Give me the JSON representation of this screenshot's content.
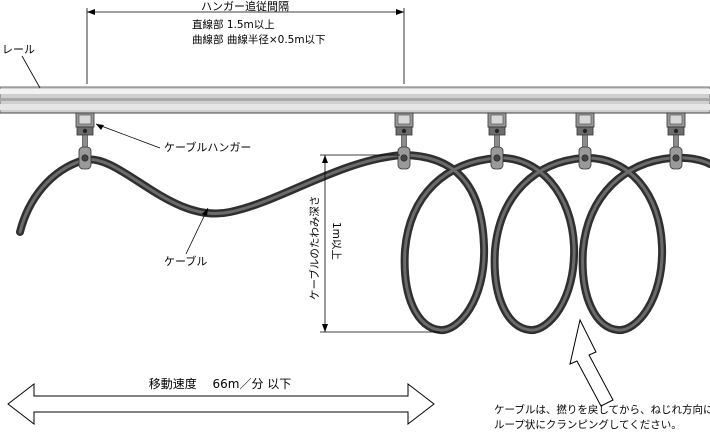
{
  "labels": {
    "rail": "レール",
    "hanger_spacing": "ハンガー追従間隔",
    "straight_section": "直線部 1.5m以上",
    "curved_section": "曲線部 曲線半径×0.5m以下",
    "cable_hanger": "ケーブルハンガー",
    "cable": "ケーブル",
    "sag_depth": "ケーブルのたわみ深さ",
    "sag_depth_value": "1m以上",
    "travel_speed": "移動速度　 66m／分 以下",
    "note_line1": "ケーブルは、撚りを戻してから、ねじれ方向に",
    "note_line2": "ループ状にクランピングしてください。"
  },
  "colors": {
    "rail_light": "#f2f2f2",
    "rail_mid": "#c9c9c9",
    "rail_dark": "#7a7a7a",
    "cable": "#2f2f2f",
    "cable_highlight": "#6b6b6b",
    "hanger_body": "#8c8c8c",
    "hanger_dark": "#3a3a3a"
  },
  "icons": {
    "hanger": "cable-hanger-icon",
    "speed_arrow": "double-arrow-icon",
    "note_arrow": "up-arrow-icon"
  }
}
